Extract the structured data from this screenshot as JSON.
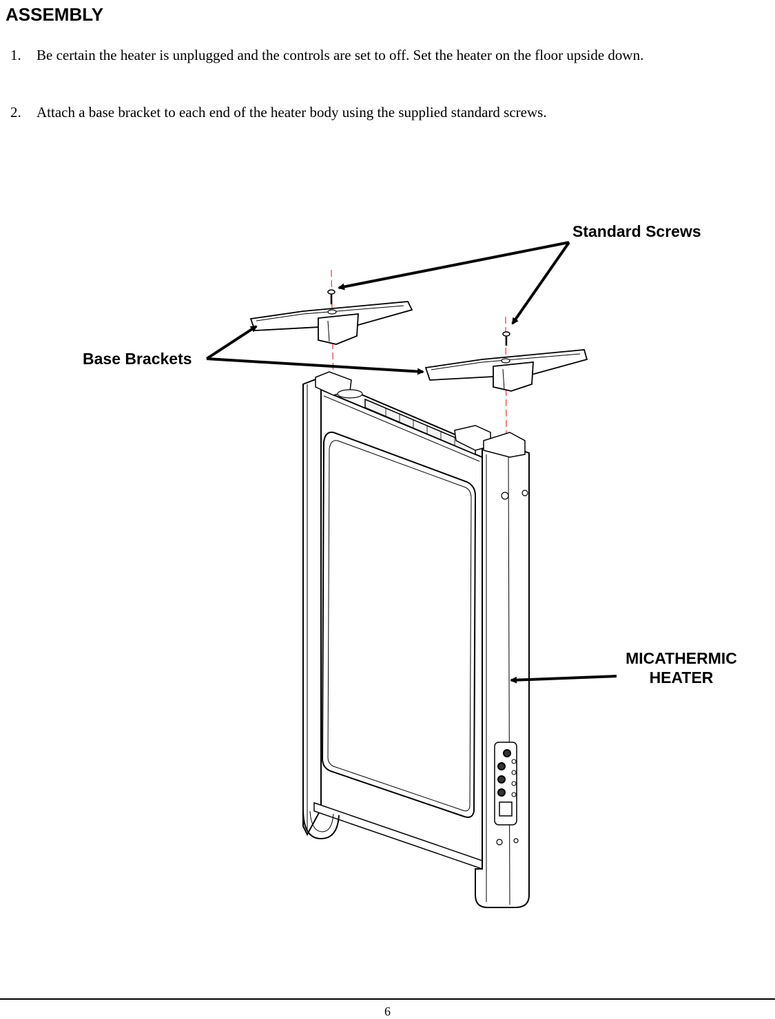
{
  "heading": "ASSEMBLY",
  "steps": [
    {
      "number": "1.",
      "text": "Be certain the heater is unplugged and the controls are set to off. Set the heater on the floor upside down."
    },
    {
      "number": "2.",
      "text": "Attach a base bracket to each end of the heater body using the supplied standard screws."
    }
  ],
  "diagram": {
    "callouts": {
      "screws": "Standard Screws",
      "brackets": "Base Brackets",
      "heater_line1": "MICATHERMIC",
      "heater_line2": "HEATER"
    }
  },
  "footer": {
    "page_number": "6"
  }
}
